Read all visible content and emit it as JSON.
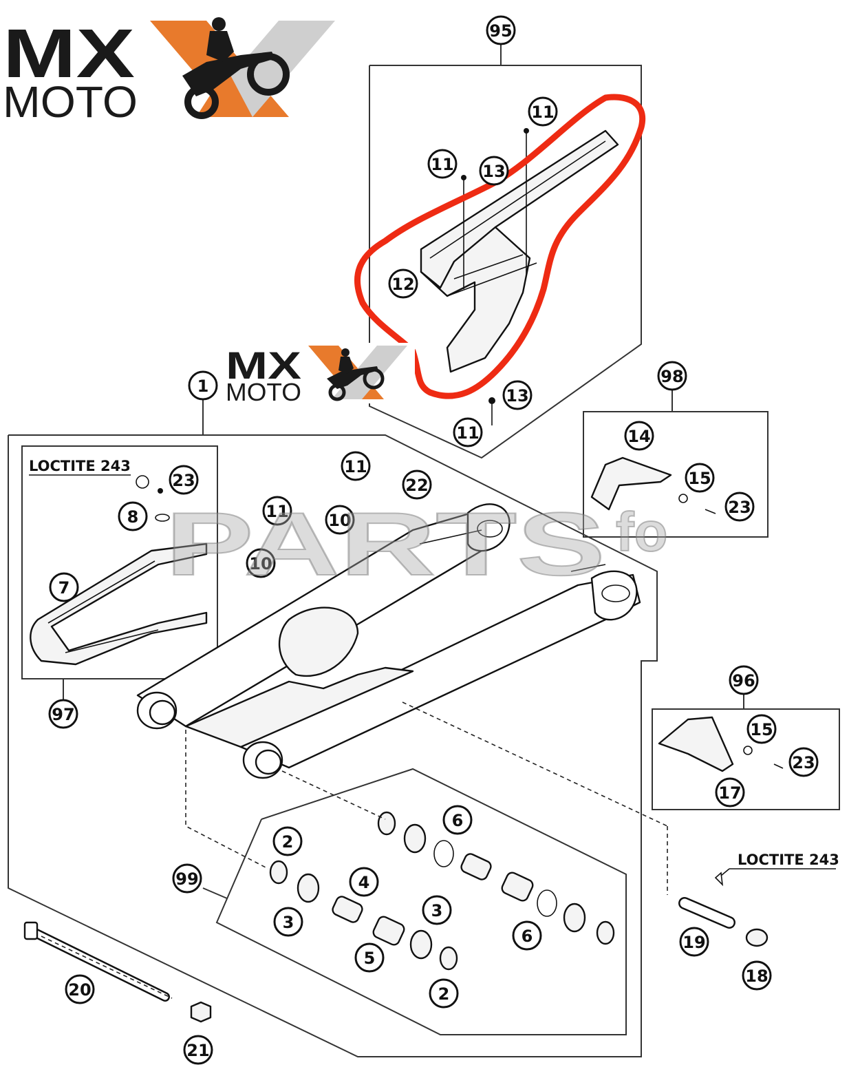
{
  "logo": {
    "mx": "MX",
    "moto": "MOTO",
    "brand_orange": "#e87a2c",
    "brand_gray": "#cfcfcf"
  },
  "watermark": {
    "text": "PARTS",
    "suffix": "fo"
  },
  "highlight": {
    "color": "#ee2b13",
    "part": "12"
  },
  "notes": [
    "LOCTITE 243",
    "LOCTITE 243"
  ],
  "callouts": [
    "95",
    "11",
    "11",
    "13",
    "12",
    "13",
    "11",
    "1",
    "98",
    "14",
    "15",
    "23",
    "23",
    "8",
    "7",
    "97",
    "11",
    "22",
    "11",
    "10",
    "10",
    "96",
    "15",
    "23",
    "17",
    "6",
    "2",
    "4",
    "99",
    "3",
    "3",
    "5",
    "2",
    "6",
    "19",
    "18",
    "20",
    "21"
  ]
}
